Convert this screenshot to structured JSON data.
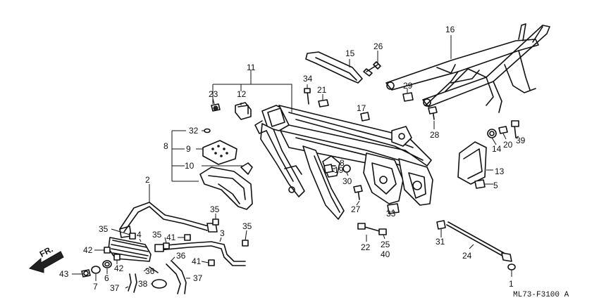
{
  "callouts": {
    "c1": "1",
    "c2": "2",
    "c3": "3",
    "c4": "4",
    "c5": "5",
    "c6": "6",
    "c7": "7",
    "c8": "8",
    "c8b": "8",
    "c9": "9",
    "c10": "10",
    "c11": "11",
    "c12": "12",
    "c13": "13",
    "c14": "14",
    "c15": "15",
    "c16": "16",
    "c17": "17",
    "c19": "19",
    "c20": "20",
    "c21": "21",
    "c22": "22",
    "c23": "23",
    "c24": "24",
    "c25": "25",
    "c26": "26",
    "c27": "27",
    "c28": "28",
    "c29": "29",
    "c30": "30",
    "c31": "31",
    "c32": "32",
    "c33": "33",
    "c34": "34",
    "c35a": "35",
    "c35b": "35",
    "c35c": "35",
    "c35d": "35",
    "c36a": "36",
    "c36b": "36",
    "c37a": "37",
    "c37b": "37",
    "c38": "38",
    "c39": "39",
    "c40": "40",
    "c41a": "41",
    "c41b": "41",
    "c42a": "42",
    "c42b": "42",
    "c43": "43"
  },
  "direction_label": "FR.",
  "drawing_code": "ML73-F3100 A"
}
